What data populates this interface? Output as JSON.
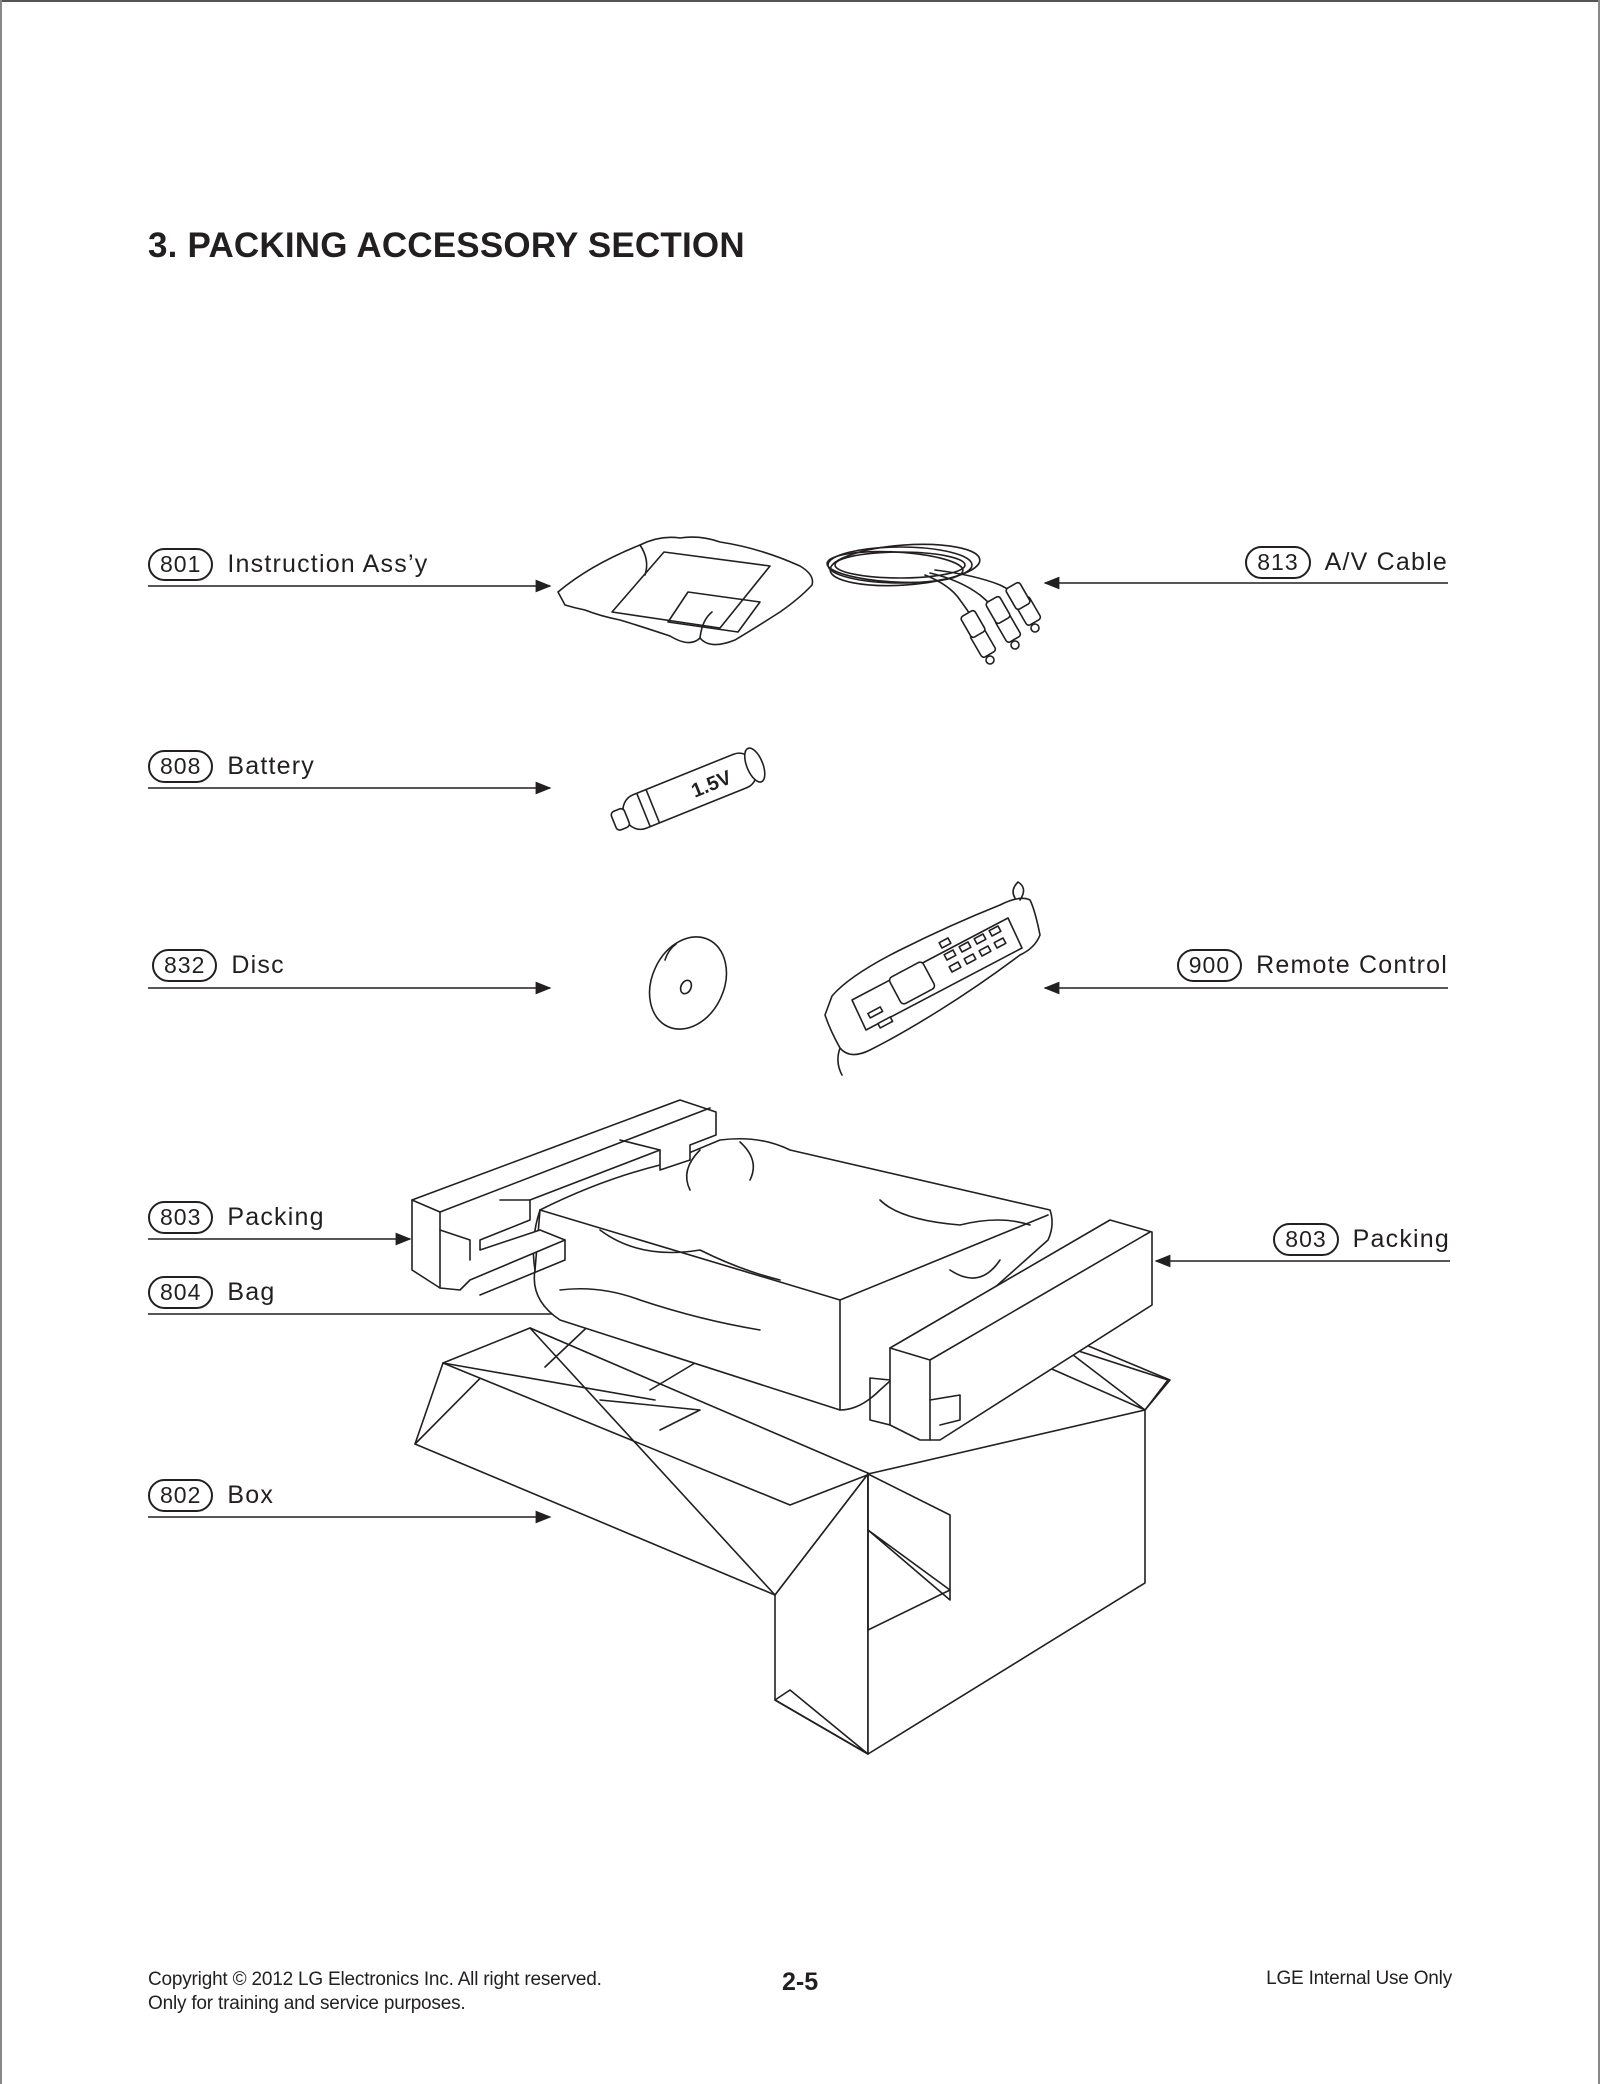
{
  "title": "3. PACKING ACCESSORY SECTION",
  "callouts": [
    {
      "number": "801",
      "label": "Instruction Ass’y"
    },
    {
      "number": "813",
      "label": "A/V Cable"
    },
    {
      "number": "808",
      "label": "Battery"
    },
    {
      "number": "832",
      "label": "Disc"
    },
    {
      "number": "900",
      "label": "Remote Control"
    },
    {
      "number": "803",
      "label": "Packing"
    },
    {
      "number": "803",
      "label": "Packing"
    },
    {
      "number": "804",
      "label": "Bag"
    },
    {
      "number": "802",
      "label": "Box"
    }
  ],
  "battery_text": "1.5V",
  "footer": {
    "copyright_line1": "Copyright © 2012 LG Electronics Inc. All right reserved.",
    "copyright_line2": "Only for training and service purposes.",
    "page_number": "2-5",
    "internal_note": "LGE Internal Use Only"
  }
}
